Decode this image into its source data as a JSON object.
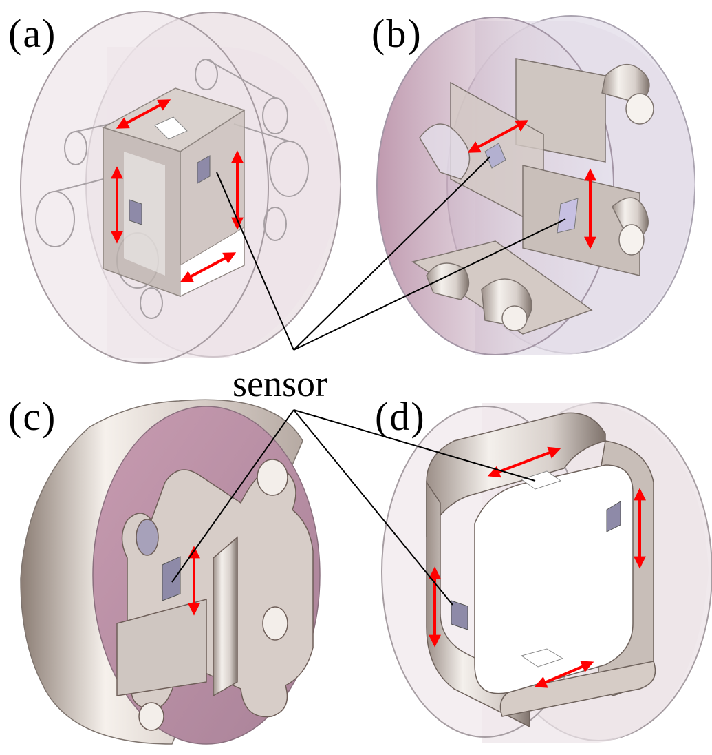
{
  "labels": {
    "a": "(a)",
    "b": "(b)",
    "c": "(c)",
    "d": "(d)"
  },
  "sensor_label": "sensor",
  "colors": {
    "housing_translucent": "#e8dfe3",
    "housing_edge": "#9a8f94",
    "cut_face": "#b98ea3",
    "metal_light": "#ece7e4",
    "metal_dark": "#8a7e78",
    "sensor": "#8e8aa8",
    "arrow": "#ff0000",
    "leader_line": "#000000"
  }
}
